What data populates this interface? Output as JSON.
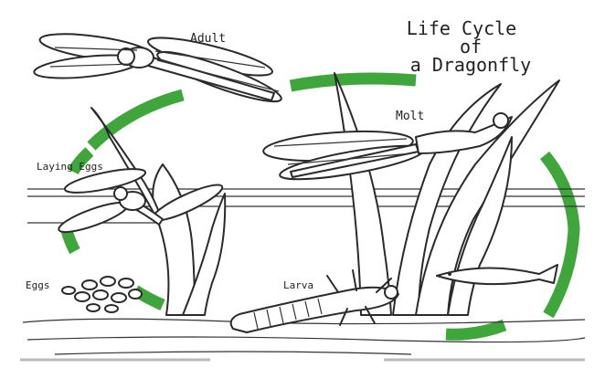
{
  "diagram": {
    "title_lines": [
      "Life Cycle",
      "of",
      "a Dragonfly"
    ],
    "stages": {
      "adult": "Adult",
      "molt": "Molt",
      "laying_eggs": "Laying Eggs",
      "eggs": "Eggs",
      "larva": "Larva"
    }
  },
  "colors": {
    "cycle_arrow": "#3ea63a",
    "ink": "#2a2a2a",
    "background": "#ffffff"
  }
}
